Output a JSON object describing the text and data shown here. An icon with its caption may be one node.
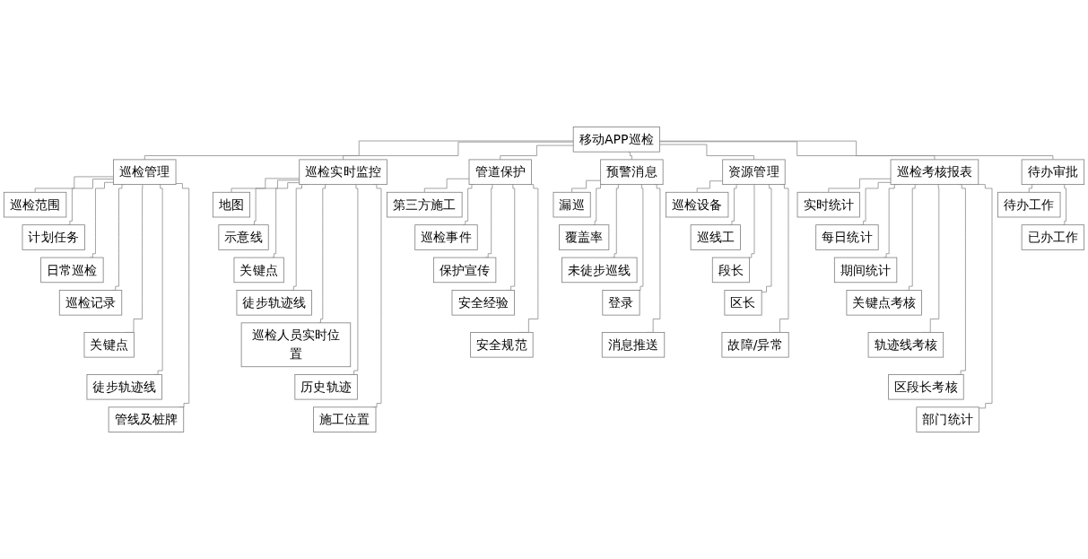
{
  "diagram": {
    "nodes": [
      {
        "text": [
          "移动APP巡检"
        ]
      },
      {
        "text": [
          "巡检管理"
        ]
      },
      {
        "text": [
          "巡检范围"
        ]
      },
      {
        "text": [
          "计划任务"
        ]
      },
      {
        "text": [
          "日常巡检"
        ]
      },
      {
        "text": [
          "巡检记录"
        ]
      },
      {
        "text": [
          "关键点"
        ]
      },
      {
        "text": [
          "徒步轨迹线"
        ]
      },
      {
        "text": [
          "管线及桩牌"
        ]
      },
      {
        "text": [
          "巡检实时监控"
        ]
      },
      {
        "text": [
          "地图"
        ]
      },
      {
        "text": [
          "示意线"
        ]
      },
      {
        "text": [
          "关键点"
        ]
      },
      {
        "text": [
          "徒步轨迹线"
        ]
      },
      {
        "text": [
          "巡检人员实时位置"
        ]
      },
      {
        "text": [
          "历史轨迹"
        ]
      },
      {
        "text": [
          "施工位置"
        ]
      },
      {
        "text": [
          "管道保护"
        ]
      },
      {
        "text": [
          "第三方施工"
        ]
      },
      {
        "text": [
          "巡检事件"
        ]
      },
      {
        "text": [
          "保护宣传"
        ]
      },
      {
        "text": [
          "安全经验"
        ]
      },
      {
        "text": [
          "安全规范"
        ]
      },
      {
        "text": [
          "预警消息"
        ]
      },
      {
        "text": [
          "漏巡"
        ]
      },
      {
        "text": [
          "覆盖率"
        ]
      },
      {
        "text": [
          "未徒步巡线"
        ]
      },
      {
        "text": [
          "登录"
        ]
      },
      {
        "text": [
          "消息推送"
        ]
      },
      {
        "text": [
          "资源管理"
        ]
      },
      {
        "text": [
          "巡检设备"
        ]
      },
      {
        "text": [
          "巡线工"
        ]
      },
      {
        "text": [
          "段长"
        ]
      },
      {
        "text": [
          "区长"
        ]
      },
      {
        "text": [
          "故障/异常"
        ]
      },
      {
        "text": [
          "巡检考核报表"
        ]
      },
      {
        "text": [
          "实时统计"
        ]
      },
      {
        "text": [
          "每日统计"
        ]
      },
      {
        "text": [
          "期间统计"
        ]
      },
      {
        "text": [
          "关键点考核"
        ]
      },
      {
        "text": [
          "轨迹线考核"
        ]
      },
      {
        "text": [
          "区段长考核"
        ]
      },
      {
        "text": [
          "部门统计"
        ]
      },
      {
        "text": [
          "待办审批"
        ]
      },
      {
        "text": [
          "待办工作"
        ]
      },
      {
        "text": [
          "已办工作"
        ]
      }
    ],
    "edges": [
      {
        "from": 0,
        "to": 1,
        "arrow": "none"
      },
      {
        "from": 0,
        "to": 9,
        "arrow": "none"
      },
      {
        "from": 0,
        "to": 17,
        "arrow": "none"
      },
      {
        "from": 0,
        "to": 23,
        "arrow": "none"
      },
      {
        "from": 0,
        "to": 29,
        "arrow": "none"
      },
      {
        "from": 0,
        "to": 35,
        "arrow": "none"
      },
      {
        "from": 0,
        "to": 43,
        "arrow": "none"
      },
      {
        "from": 1,
        "to": 2,
        "arrow": "none"
      },
      {
        "from": 1,
        "to": 3,
        "arrow": "none"
      },
      {
        "from": 1,
        "to": 4,
        "arrow": "none"
      },
      {
        "from": 1,
        "to": 5,
        "arrow": "none"
      },
      {
        "from": 1,
        "to": 6,
        "arrow": "none"
      },
      {
        "from": 1,
        "to": 7,
        "arrow": "none"
      },
      {
        "from": 1,
        "to": 8,
        "arrow": "none"
      },
      {
        "from": 9,
        "to": 10,
        "arrow": "none"
      },
      {
        "from": 9,
        "to": 11,
        "arrow": "none"
      },
      {
        "from": 9,
        "to": 12,
        "arrow": "none"
      },
      {
        "from": 9,
        "to": 13,
        "arrow": "none"
      },
      {
        "from": 9,
        "to": 14,
        "arrow": "none"
      },
      {
        "from": 9,
        "to": 15,
        "arrow": "none"
      },
      {
        "from": 9,
        "to": 16,
        "arrow": "none"
      },
      {
        "from": 17,
        "to": 18,
        "arrow": "none"
      },
      {
        "from": 17,
        "to": 19,
        "arrow": "none"
      },
      {
        "from": 17,
        "to": 20,
        "arrow": "none"
      },
      {
        "from": 17,
        "to": 21,
        "arrow": "none"
      },
      {
        "from": 17,
        "to": 22,
        "arrow": "none"
      },
      {
        "from": 23,
        "to": 24,
        "arrow": "none"
      },
      {
        "from": 23,
        "to": 25,
        "arrow": "none"
      },
      {
        "from": 23,
        "to": 26,
        "arrow": "none"
      },
      {
        "from": 23,
        "to": 27,
        "arrow": "none"
      },
      {
        "from": 23,
        "to": 28,
        "arrow": "none"
      },
      {
        "from": 29,
        "to": 30,
        "arrow": "none"
      },
      {
        "from": 29,
        "to": 31,
        "arrow": "none"
      },
      {
        "from": 29,
        "to": 32,
        "arrow": "none"
      },
      {
        "from": 29,
        "to": 33,
        "arrow": "none"
      },
      {
        "from": 29,
        "to": 34,
        "arrow": "none"
      },
      {
        "from": 35,
        "to": 36,
        "arrow": "none"
      },
      {
        "from": 35,
        "to": 37,
        "arrow": "none"
      },
      {
        "from": 35,
        "to": 38,
        "arrow": "none"
      },
      {
        "from": 35,
        "to": 39,
        "arrow": "none"
      },
      {
        "from": 35,
        "to": 40,
        "arrow": "none"
      },
      {
        "from": 35,
        "to": 41,
        "arrow": "none"
      },
      {
        "from": 35,
        "to": 42,
        "arrow": "none"
      },
      {
        "from": 43,
        "to": 44,
        "arrow": "none"
      },
      {
        "from": 43,
        "to": 45,
        "arrow": "none"
      }
    ]
  }
}
